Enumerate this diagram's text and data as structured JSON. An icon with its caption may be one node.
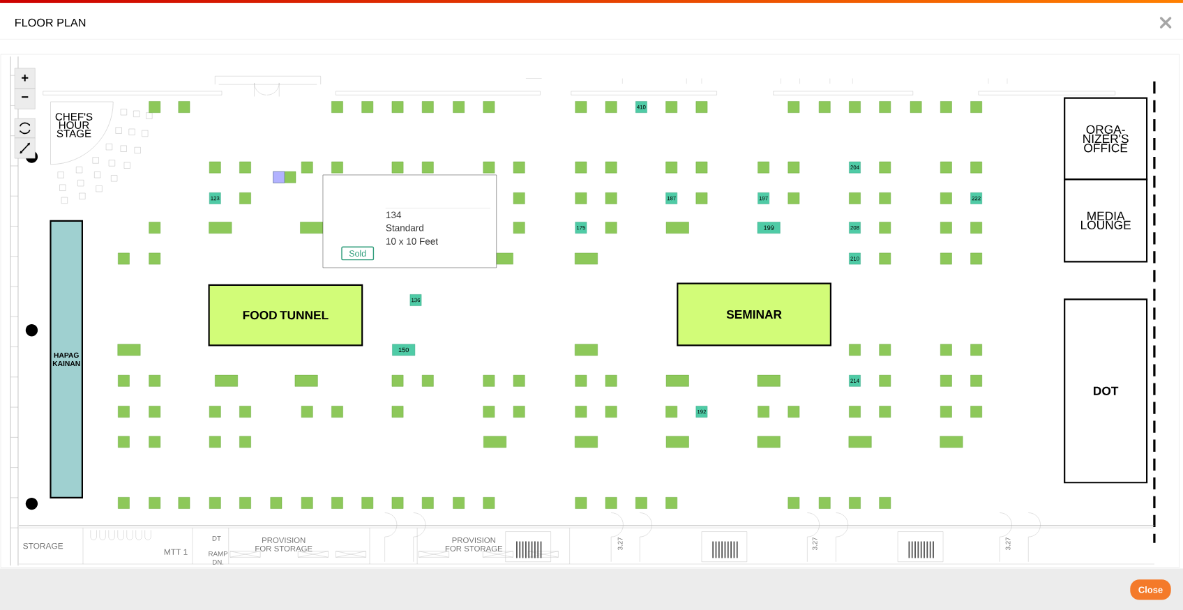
{
  "diagram": {
    "title": "FLOOR PLAN",
    "nodes": [
      {
        "text": [
          "CHEF'S HOUR STAGE"
        ]
      },
      {
        "text": [
          "ORGA- NIZER'S OFFICE"
        ]
      },
      {
        "text": [
          "MEDIA LOUNGE"
        ]
      },
      {
        "text": [
          "HAPAG KAINAN"
        ]
      },
      {
        "text": [
          "FOOD TUNNEL"
        ]
      },
      {
        "text": [
          "SEMINAR"
        ]
      },
      {
        "text": [
          "DOT"
        ]
      },
      {
        "text": [],
        "shape": "box"
      },
      {
        "text": [],
        "shape": "box"
      },
      {
        "text": [],
        "shape": "box"
      },
      {
        "text": [],
        "shape": "box"
      },
      {
        "text": [],
        "shape": "box"
      },
      {
        "text": [],
        "shape": "box"
      },
      {
        "text": [],
        "shape": "box"
      },
      {
        "text": [],
        "shape": "box"
      },
      {
        "text": [],
        "shape": "box"
      },
      {
        "text": [],
        "shape": "box"
      },
      {
        "text": [
          "410"
        ]
      },
      {
        "text": [],
        "shape": "box"
      },
      {
        "text": [],
        "shape": "box"
      },
      {
        "text": [],
        "shape": "box"
      },
      {
        "text": [],
        "shape": "box"
      },
      {
        "text": [],
        "shape": "box"
      },
      {
        "text": [],
        "shape": "box"
      },
      {
        "text": [],
        "shape": "box"
      },
      {
        "text": [],
        "shape": "box"
      },
      {
        "text": [],
        "shape": "box"
      },
      {
        "text": [],
        "shape": "box"
      },
      {
        "text": [],
        "shape": "box"
      },
      {
        "text": [],
        "shape": "box"
      },
      {
        "text": [],
        "shape": "box"
      },
      {
        "text": [],
        "shape": "box"
      },
      {
        "text": [],
        "shape": "box"
      },
      {
        "text": [],
        "shape": "box"
      },
      {
        "text": [],
        "shape": "box"
      },
      {
        "text": [],
        "shape": "box"
      },
      {
        "text": [],
        "shape": "box"
      },
      {
        "text": [],
        "shape": "box"
      },
      {
        "text": [],
        "shape": "box"
      },
      {
        "text": [],
        "shape": "box"
      },
      {
        "text": [],
        "shape": "box"
      },
      {
        "text": [],
        "shape": "box"
      },
      {
        "text": [
          "204"
        ]
      },
      {
        "text": [],
        "shape": "box"
      },
      {
        "text": [],
        "shape": "box"
      },
      {
        "text": [],
        "shape": "box"
      },
      {
        "text": [
          "123"
        ]
      },
      {
        "text": [],
        "shape": "box"
      },
      {
        "text": [],
        "shape": "box"
      },
      {
        "text": [],
        "shape": "box"
      },
      {
        "text": [],
        "shape": "box"
      },
      {
        "text": [
          "187"
        ]
      },
      {
        "text": [],
        "shape": "box"
      },
      {
        "text": [
          "197"
        ]
      },
      {
        "text": [],
        "shape": "box"
      },
      {
        "text": [],
        "shape": "box"
      },
      {
        "text": [],
        "shape": "box"
      },
      {
        "text": [],
        "shape": "box"
      },
      {
        "text": [
          "222"
        ]
      },
      {
        "text": [],
        "shape": "box"
      },
      {
        "text": [],
        "shape": "box"
      },
      {
        "text": [],
        "shape": "box"
      },
      {
        "text": [],
        "shape": "box"
      },
      {
        "text": [
          "175"
        ]
      },
      {
        "text": [],
        "shape": "box"
      },
      {
        "text": [],
        "shape": "box"
      },
      {
        "text": [
          "199"
        ]
      },
      {
        "text": [
          "208"
        ]
      },
      {
        "text": [],
        "shape": "box"
      },
      {
        "text": [],
        "shape": "box"
      },
      {
        "text": [],
        "shape": "box"
      },
      {
        "text": [],
        "shape": "box"
      },
      {
        "text": [],
        "shape": "box"
      },
      {
        "text": [],
        "shape": "box"
      },
      {
        "text": [],
        "shape": "box"
      },
      {
        "text": [
          "210"
        ]
      },
      {
        "text": [],
        "shape": "box"
      },
      {
        "text": [],
        "shape": "box"
      },
      {
        "text": [],
        "shape": "box"
      },
      {
        "text": [
          "136"
        ]
      },
      {
        "text": [],
        "shape": "box"
      },
      {
        "text": [
          "150"
        ]
      },
      {
        "text": [],
        "shape": "box"
      },
      {
        "text": [],
        "shape": "box"
      },
      {
        "text": [],
        "shape": "box"
      },
      {
        "text": [],
        "shape": "box"
      },
      {
        "text": [],
        "shape": "box"
      },
      {
        "text": [],
        "shape": "box"
      },
      {
        "text": [],
        "shape": "box"
      },
      {
        "text": [],
        "shape": "box"
      },
      {
        "text": [],
        "shape": "box"
      },
      {
        "text": [],
        "shape": "box"
      },
      {
        "text": [],
        "shape": "box"
      },
      {
        "text": [],
        "shape": "box"
      },
      {
        "text": [],
        "shape": "box"
      },
      {
        "text": [],
        "shape": "box"
      },
      {
        "text": [],
        "shape": "box"
      },
      {
        "text": [],
        "shape": "box"
      },
      {
        "text": [],
        "shape": "box"
      },
      {
        "text": [
          "214"
        ]
      },
      {
        "text": [],
        "shape": "box"
      },
      {
        "text": [],
        "shape": "box"
      },
      {
        "text": [],
        "shape": "box"
      },
      {
        "text": [],
        "shape": "box"
      },
      {
        "text": [],
        "shape": "box"
      },
      {
        "text": [],
        "shape": "box"
      },
      {
        "text": [],
        "shape": "box"
      },
      {
        "text": [],
        "shape": "box"
      },
      {
        "text": [],
        "shape": "box"
      },
      {
        "text": [],
        "shape": "box"
      },
      {
        "text": [],
        "shape": "box"
      },
      {
        "text": [],
        "shape": "box"
      },
      {
        "text": [],
        "shape": "box"
      },
      {
        "text": [],
        "shape": "box"
      },
      {
        "text": [],
        "shape": "box"
      },
      {
        "text": [
          "192"
        ]
      },
      {
        "text": [],
        "shape": "box"
      },
      {
        "text": [],
        "shape": "box"
      },
      {
        "text": [],
        "shape": "box"
      },
      {
        "text": [],
        "shape": "box"
      },
      {
        "text": [],
        "shape": "box"
      },
      {
        "text": [],
        "shape": "box"
      },
      {
        "text": [],
        "shape": "box"
      },
      {
        "text": [],
        "shape": "box"
      },
      {
        "text": [],
        "shape": "box"
      },
      {
        "text": [],
        "shape": "box"
      },
      {
        "text": [],
        "shape": "box"
      },
      {
        "text": [],
        "shape": "box"
      },
      {
        "text": [],
        "shape": "box"
      },
      {
        "text": [],
        "shape": "box"
      },
      {
        "text": [],
        "shape": "box"
      },
      {
        "text": [],
        "shape": "box"
      },
      {
        "text": [],
        "shape": "box"
      },
      {
        "text": [],
        "shape": "box"
      },
      {
        "text": [],
        "shape": "box"
      },
      {
        "text": [],
        "shape": "box"
      },
      {
        "text": [],
        "shape": "box"
      },
      {
        "text": [],
        "shape": "box"
      },
      {
        "text": [],
        "shape": "box"
      },
      {
        "text": [],
        "shape": "box"
      },
      {
        "text": [],
        "shape": "box"
      },
      {
        "text": [],
        "shape": "box"
      },
      {
        "text": [],
        "shape": "box"
      },
      {
        "text": [],
        "shape": "box"
      },
      {
        "text": [],
        "shape": "box"
      },
      {
        "text": [],
        "shape": "box"
      },
      {
        "text": [],
        "shape": "box"
      },
      {
        "text": [],
        "shape": "box"
      },
      {
        "text": [],
        "shape": "box"
      },
      {
        "text": [],
        "shape": "box"
      },
      {
        "text": [],
        "shape": "box"
      },
      {
        "text": [],
        "shape": "box"
      },
      {
        "text": [],
        "shape": "box"
      },
      {
        "text": [
          "134",
          "Standard",
          "10 x 10 Feet",
          "Sold"
        ]
      }
    ],
    "labels": [
      "+",
      "−",
      "STORAGE",
      "MTT 1",
      "DT",
      "RAMP DN.",
      "PROVISION FOR STORAGE",
      "PROVISION FOR STORAGE",
      "3.27",
      "3.27",
      "3.27",
      "Close"
    ]
  }
}
